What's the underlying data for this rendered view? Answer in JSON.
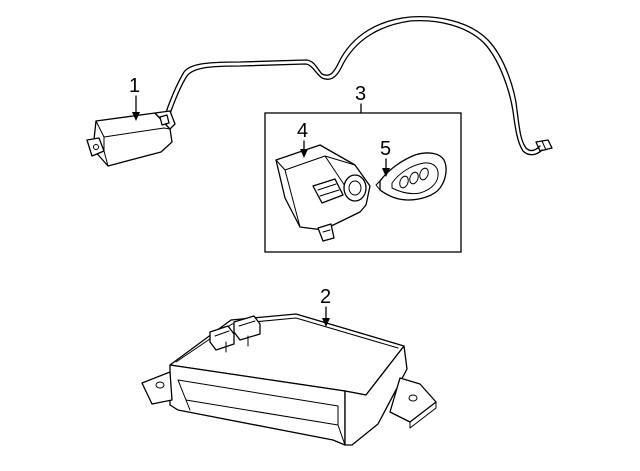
{
  "diagram": {
    "callouts": [
      {
        "id": "1"
      },
      {
        "id": "2"
      },
      {
        "id": "3"
      },
      {
        "id": "4"
      },
      {
        "id": "5"
      }
    ]
  }
}
